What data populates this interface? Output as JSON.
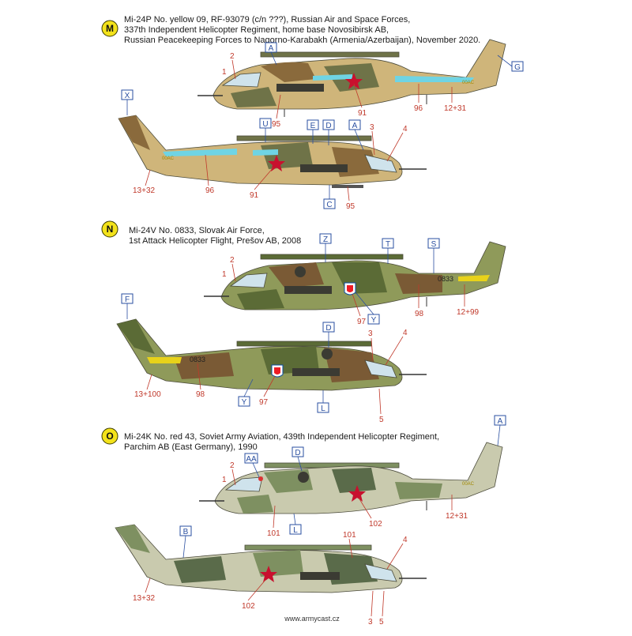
{
  "colors": {
    "badge": "#f3e21b",
    "callout_red": "#c0392b",
    "callout_blue": "#2a4fa0",
    "desert_base": "#cfb57a",
    "desert_brown": "#8a6a3c",
    "desert_green": "#6f7348",
    "cyan_band": "#6fd4e4",
    "slovak_green": "#5b6b36",
    "slovak_brown": "#7a5a35",
    "slovak_light": "#8f9a5a",
    "soviet_base": "#c9caae",
    "soviet_green": "#7e9061",
    "soviet_dark": "#5a6b4a"
  },
  "schemes": {
    "m": {
      "badge": "M",
      "lines": [
        "Mi-24P No. yellow 09, RF-93079 (c/n ???), Russian Air and Space Forces,",
        "337th Independent Helicopter Regiment, home base Novosibirsk AB,",
        "Russian Peacekeeping Forces to Nagorno-Karabakh (Armenia/Azerbaijan), November 2020."
      ],
      "top": {
        "tail_code": "00AC",
        "red_numbers": [
          "2",
          "1",
          "95",
          "91",
          "96",
          "12+31"
        ],
        "boxes": [
          "A",
          "G"
        ]
      },
      "bottom": {
        "tail_code": "00AC",
        "red_numbers": [
          "13+32",
          "96",
          "91",
          "95",
          "3",
          "4"
        ],
        "boxes": [
          "X",
          "U",
          "E",
          "D",
          "A",
          "C"
        ]
      }
    },
    "n": {
      "badge": "N",
      "lines": [
        "Mi-24V No. 0833, Slovak Air Force,",
        "1st Attack Helicopter Flight, Prešov AB, 2008"
      ],
      "top": {
        "serial": "0833",
        "red_numbers": [
          "2",
          "1",
          "97",
          "98",
          "12+99"
        ],
        "boxes": [
          "Z",
          "T",
          "S",
          "Y"
        ]
      },
      "bottom": {
        "serial": "0833",
        "red_numbers": [
          "13+100",
          "98",
          "97",
          "3",
          "4",
          "5"
        ],
        "boxes": [
          "F",
          "D",
          "Y",
          "L"
        ]
      }
    },
    "o": {
      "badge": "O",
      "lines": [
        "Mi-24K No. red 43, Soviet Army Aviation, 439th Independent Helicopter Regiment,",
        "Parchim AB (East Germany), 1990"
      ],
      "top": {
        "tail_code": "00AC",
        "red_numbers": [
          "2",
          "1",
          "101",
          "102",
          "12+31"
        ],
        "boxes": [
          "AA",
          "D",
          "A",
          "L"
        ]
      },
      "bottom": {
        "red_numbers": [
          "13+32",
          "102",
          "101",
          "4",
          "3",
          "5"
        ],
        "boxes": [
          "B"
        ]
      }
    }
  },
  "footer": "www.armycast.cz"
}
